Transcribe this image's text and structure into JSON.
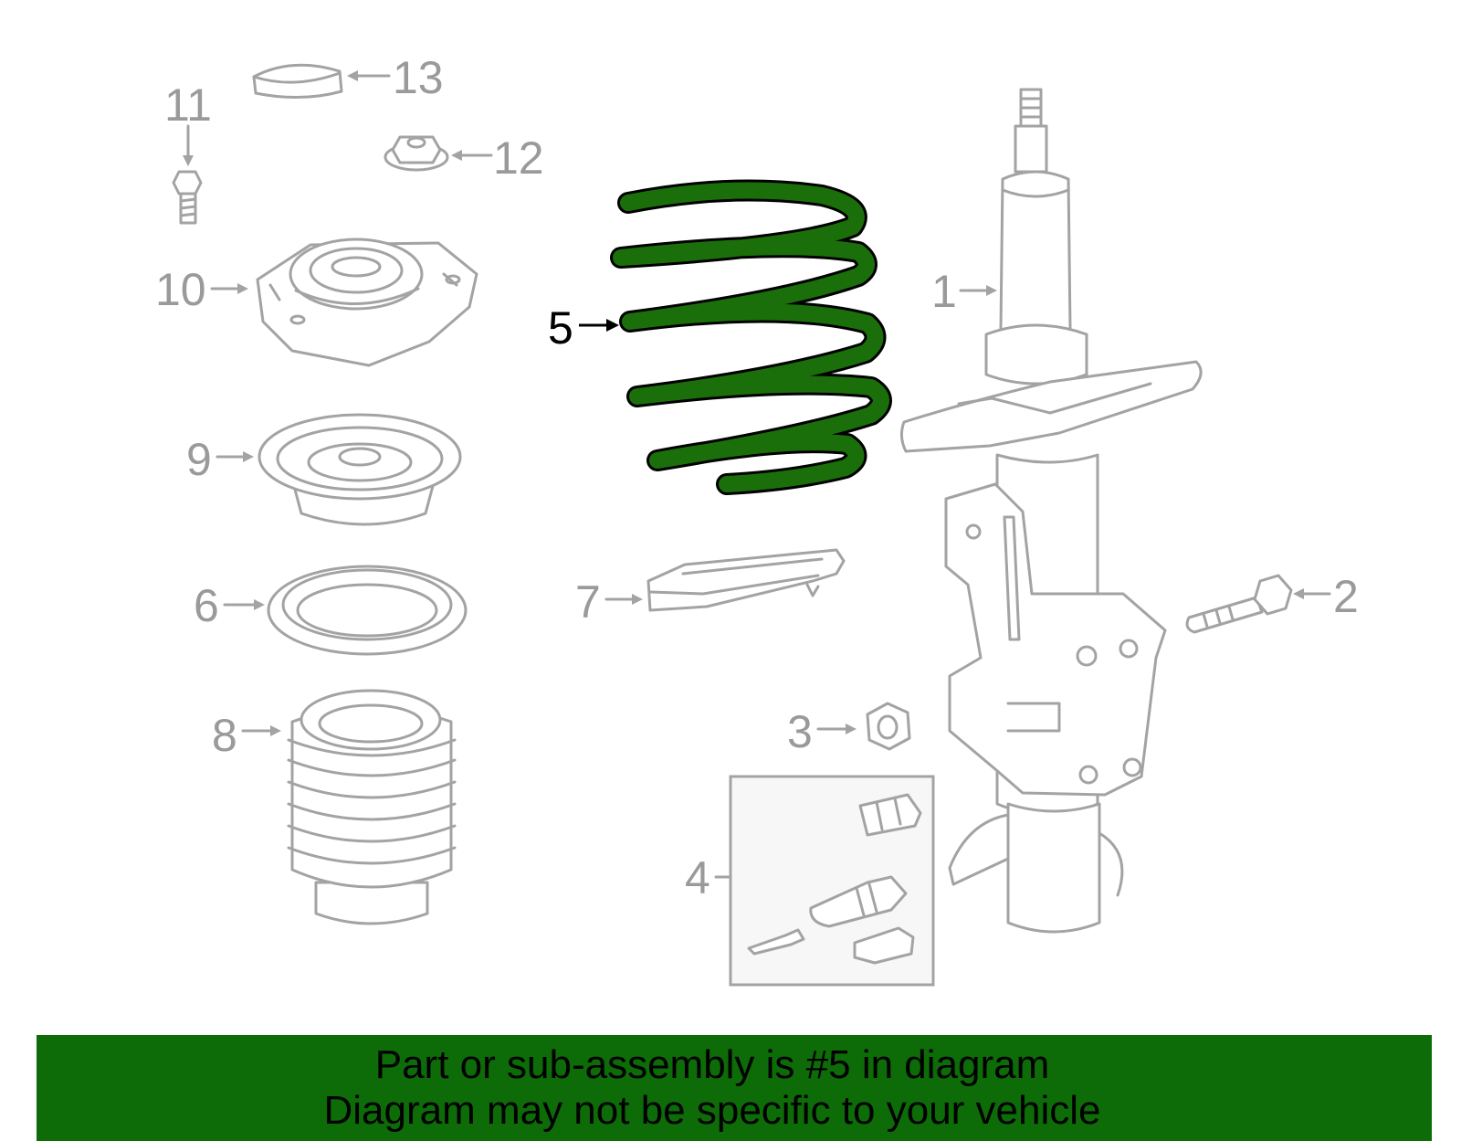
{
  "callouts": {
    "c1": "1",
    "c2": "2",
    "c3": "3",
    "c4": "4",
    "c5": "5",
    "c6": "6",
    "c7": "7",
    "c8": "8",
    "c9": "9",
    "c10": "10",
    "c11": "11",
    "c12": "12",
    "c13": "13"
  },
  "highlighted_part": "5",
  "colors": {
    "highlight": "#1b6f0b",
    "banner": "#0d6b08",
    "line_art": "#a3a3a3"
  },
  "banner": {
    "line1": "Part or sub-assembly is #5 in diagram",
    "line2": "Diagram may not be specific to your vehicle"
  }
}
